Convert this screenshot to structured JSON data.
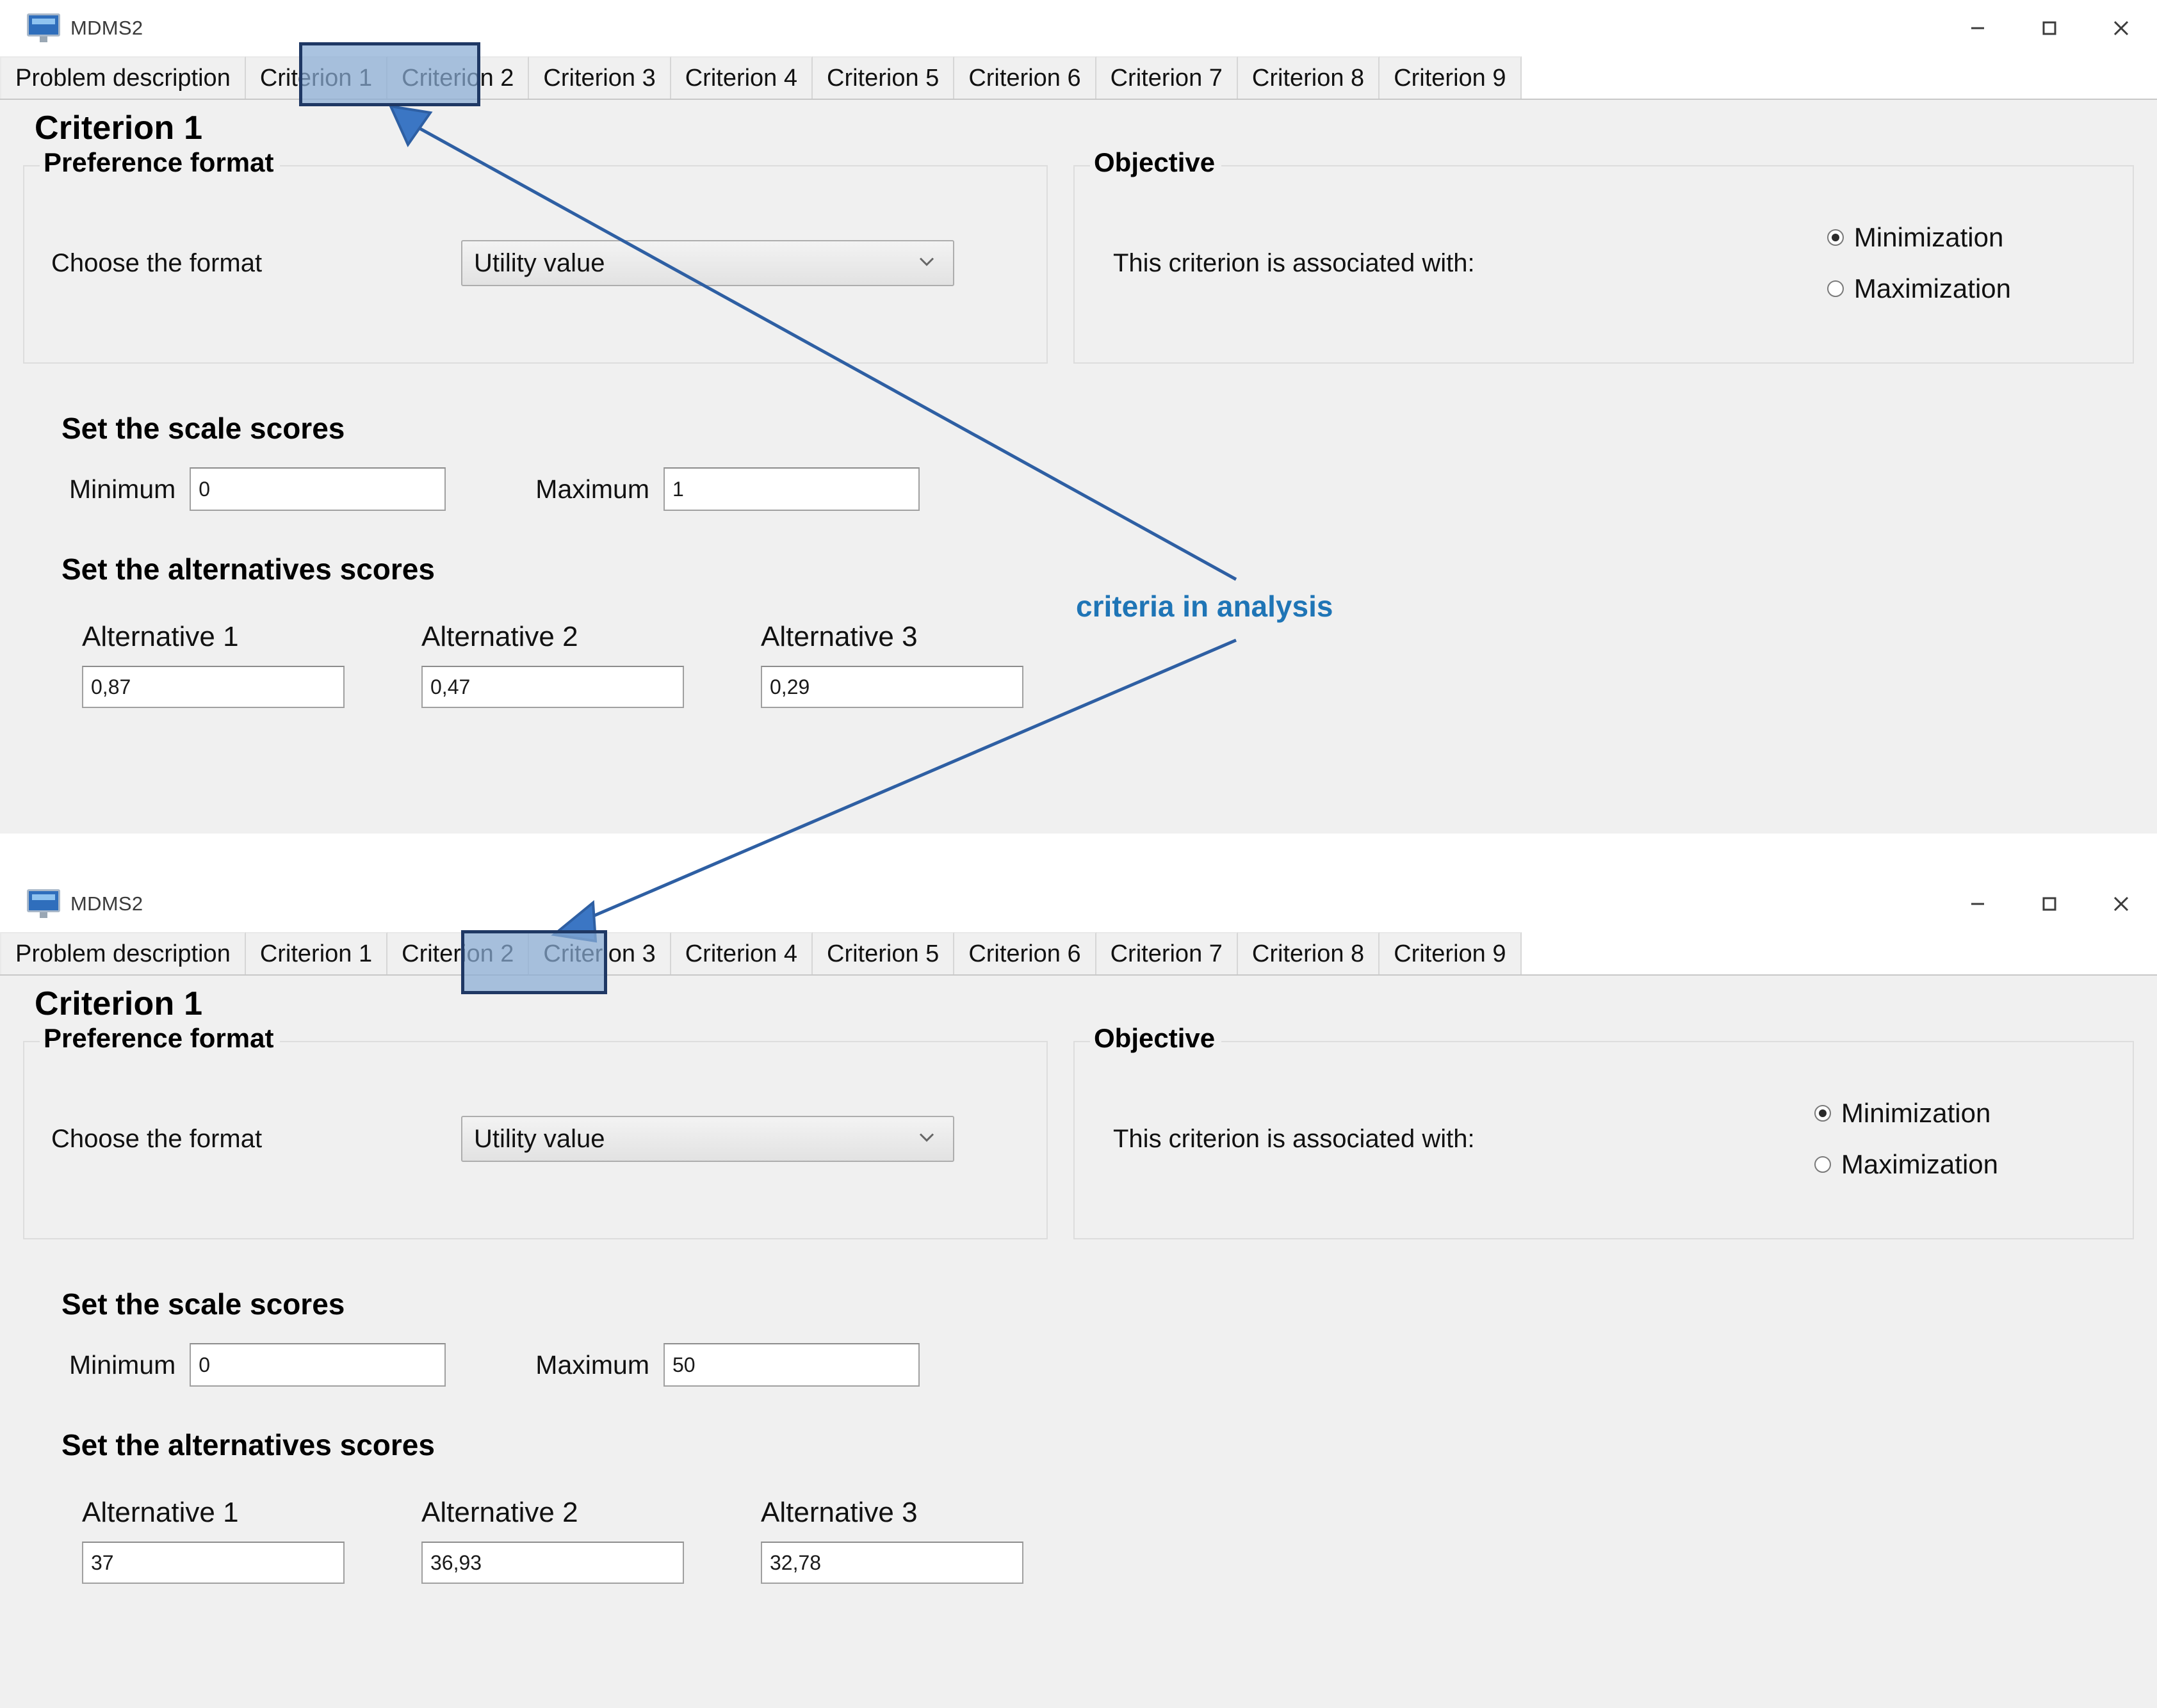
{
  "app": {
    "title": "MDMS2",
    "icon": "monitor-icon"
  },
  "window_controls": {
    "minimize": "minimize-icon",
    "maximize": "maximize-icon",
    "close": "close-icon"
  },
  "tabs": [
    "Problem description",
    "Criterion 1",
    "Criterion 2",
    "Criterion 3",
    "Criterion 4",
    "Criterion 5",
    "Criterion 6",
    "Criterion 7",
    "Criterion 8",
    "Criterion 9"
  ],
  "windows": {
    "top": {
      "active_tab": "Criterion 1",
      "page_title": "Criterion 1",
      "preference_format": {
        "group_title": "Preference format",
        "choose_label": "Choose the format",
        "selected_format": "Utility value",
        "chevron": "chevron-down-icon"
      },
      "objective": {
        "group_title": "Objective",
        "question": "This criterion is associated with:",
        "options": [
          {
            "label": "Minimization",
            "selected": true
          },
          {
            "label": "Maximization",
            "selected": false
          }
        ]
      },
      "scale_scores": {
        "heading": "Set the scale scores",
        "minimum_label": "Minimum",
        "minimum_value": "0",
        "maximum_label": "Maximum",
        "maximum_value": "1"
      },
      "alternatives_scores": {
        "heading": "Set the alternatives scores",
        "items": [
          {
            "label": "Alternative 1",
            "value": "0,87"
          },
          {
            "label": "Alternative 2",
            "value": "0,47"
          },
          {
            "label": "Alternative 3",
            "value": "0,29"
          }
        ]
      }
    },
    "bottom": {
      "active_tab": "Criterion 2",
      "page_title": "Criterion 1",
      "preference_format": {
        "group_title": "Preference format",
        "choose_label": "Choose the format",
        "selected_format": "Utility value",
        "chevron": "chevron-down-icon"
      },
      "objective": {
        "group_title": "Objective",
        "question": "This criterion is associated with:",
        "options": [
          {
            "label": "Minimization",
            "selected": true
          },
          {
            "label": "Maximization",
            "selected": false
          }
        ]
      },
      "scale_scores": {
        "heading": "Set the scale scores",
        "minimum_label": "Minimum",
        "minimum_value": "0",
        "maximum_label": "Maximum",
        "maximum_value": "50"
      },
      "alternatives_scores": {
        "heading": "Set the alternatives scores",
        "items": [
          {
            "label": "Alternative 1",
            "value": "37"
          },
          {
            "label": "Alternative 2",
            "value": "36,93"
          },
          {
            "label": "Alternative 3",
            "value": "32,78"
          }
        ]
      }
    }
  },
  "annotations": {
    "label": "criteria in analysis",
    "label_color": "#1f75b6",
    "box_fill": "#89acd4",
    "box_border": "#1f3864",
    "arrow_color": "#2e5fa3"
  }
}
